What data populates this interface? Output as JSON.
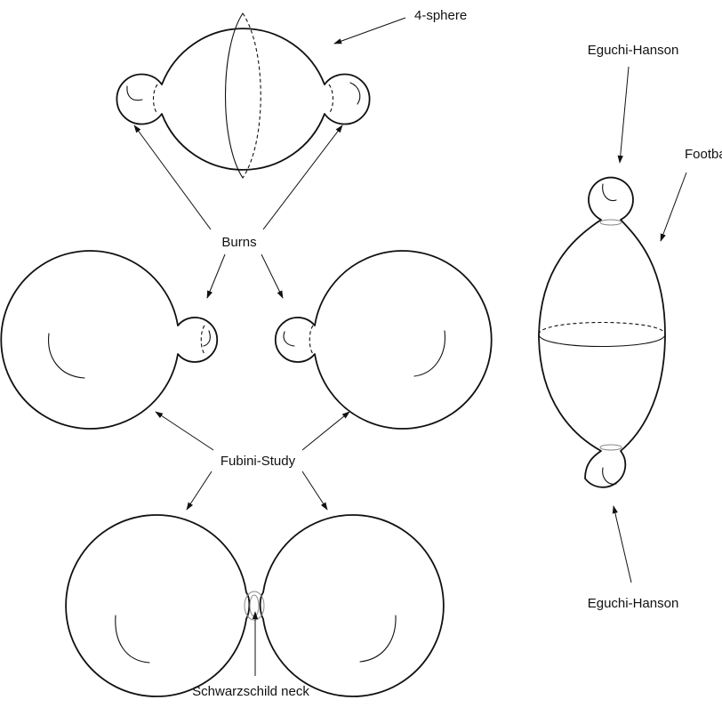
{
  "labels": {
    "four_sphere": "4-sphere",
    "burns": "Burns",
    "fubini_study": "Fubini-Study",
    "schwarzschild_neck": "Schwarzschild neck",
    "eguchi_hanson_top": "Eguchi-Hanson",
    "football": "Football",
    "eguchi_hanson_bottom": "Eguchi-Hanson"
  }
}
